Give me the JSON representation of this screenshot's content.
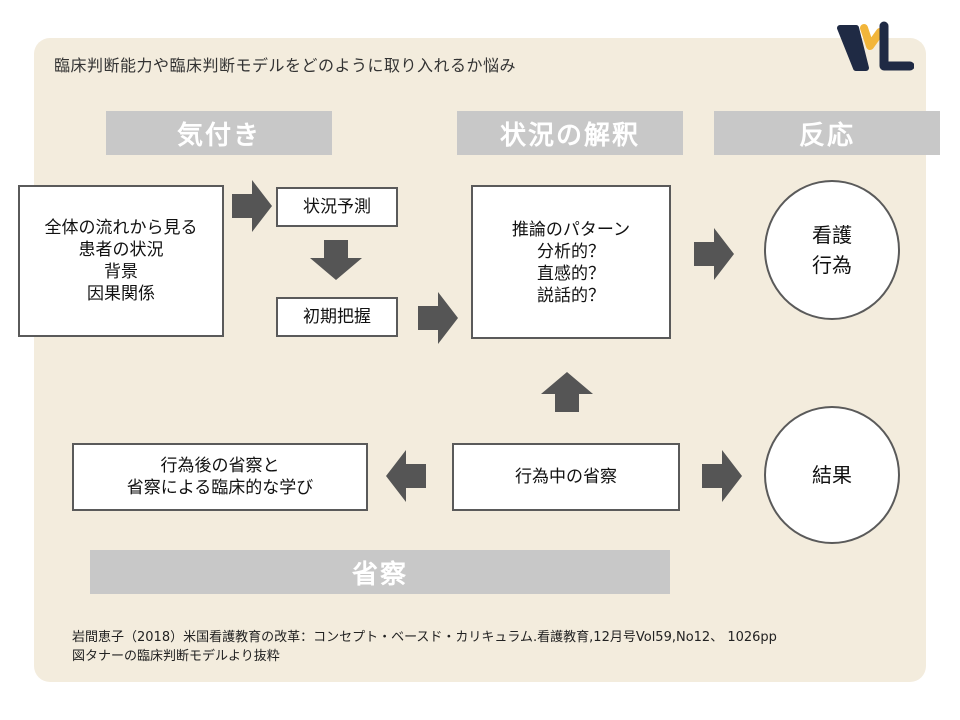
{
  "title": "臨床判断能力や臨床判断モデルをどのように取り入れるか悩み",
  "headers": {
    "noticing": "気付き",
    "interpreting": "状況の解釈",
    "responding": "反応",
    "reflecting": "省察"
  },
  "boxes": {
    "context": [
      "全体の流れから見る",
      "患者の状況",
      "背景",
      "因果関係"
    ],
    "prediction": "状況予測",
    "initial_grasp": "初期把握",
    "reasoning": [
      "推論のパターン",
      "分析的？",
      "直感的？",
      "説話的？"
    ],
    "reflection_in_action": "行為中の省察",
    "reflection_on_action": [
      "行為後の省察と",
      "省察による臨床的な学び"
    ]
  },
  "circles": {
    "nursing_action": [
      "看護",
      "行為"
    ],
    "outcome": "結果"
  },
  "reference": [
    "岩間恵子（2018）米国看護教育の改革：コンセプト・ベースド・カリキュラム.看護教育,12月号Vol59,No12、 1026pp",
    "図タナーの臨床判断モデルより抜粋"
  ],
  "colors": {
    "panel": "#f3ecdd",
    "header": "#c8c8c8",
    "arrow": "#555555",
    "logo_navy": "#1f2a44",
    "logo_gold": "#f2b53a"
  },
  "icons": {
    "logo": "vl-logo",
    "arrows": "block-arrow"
  }
}
